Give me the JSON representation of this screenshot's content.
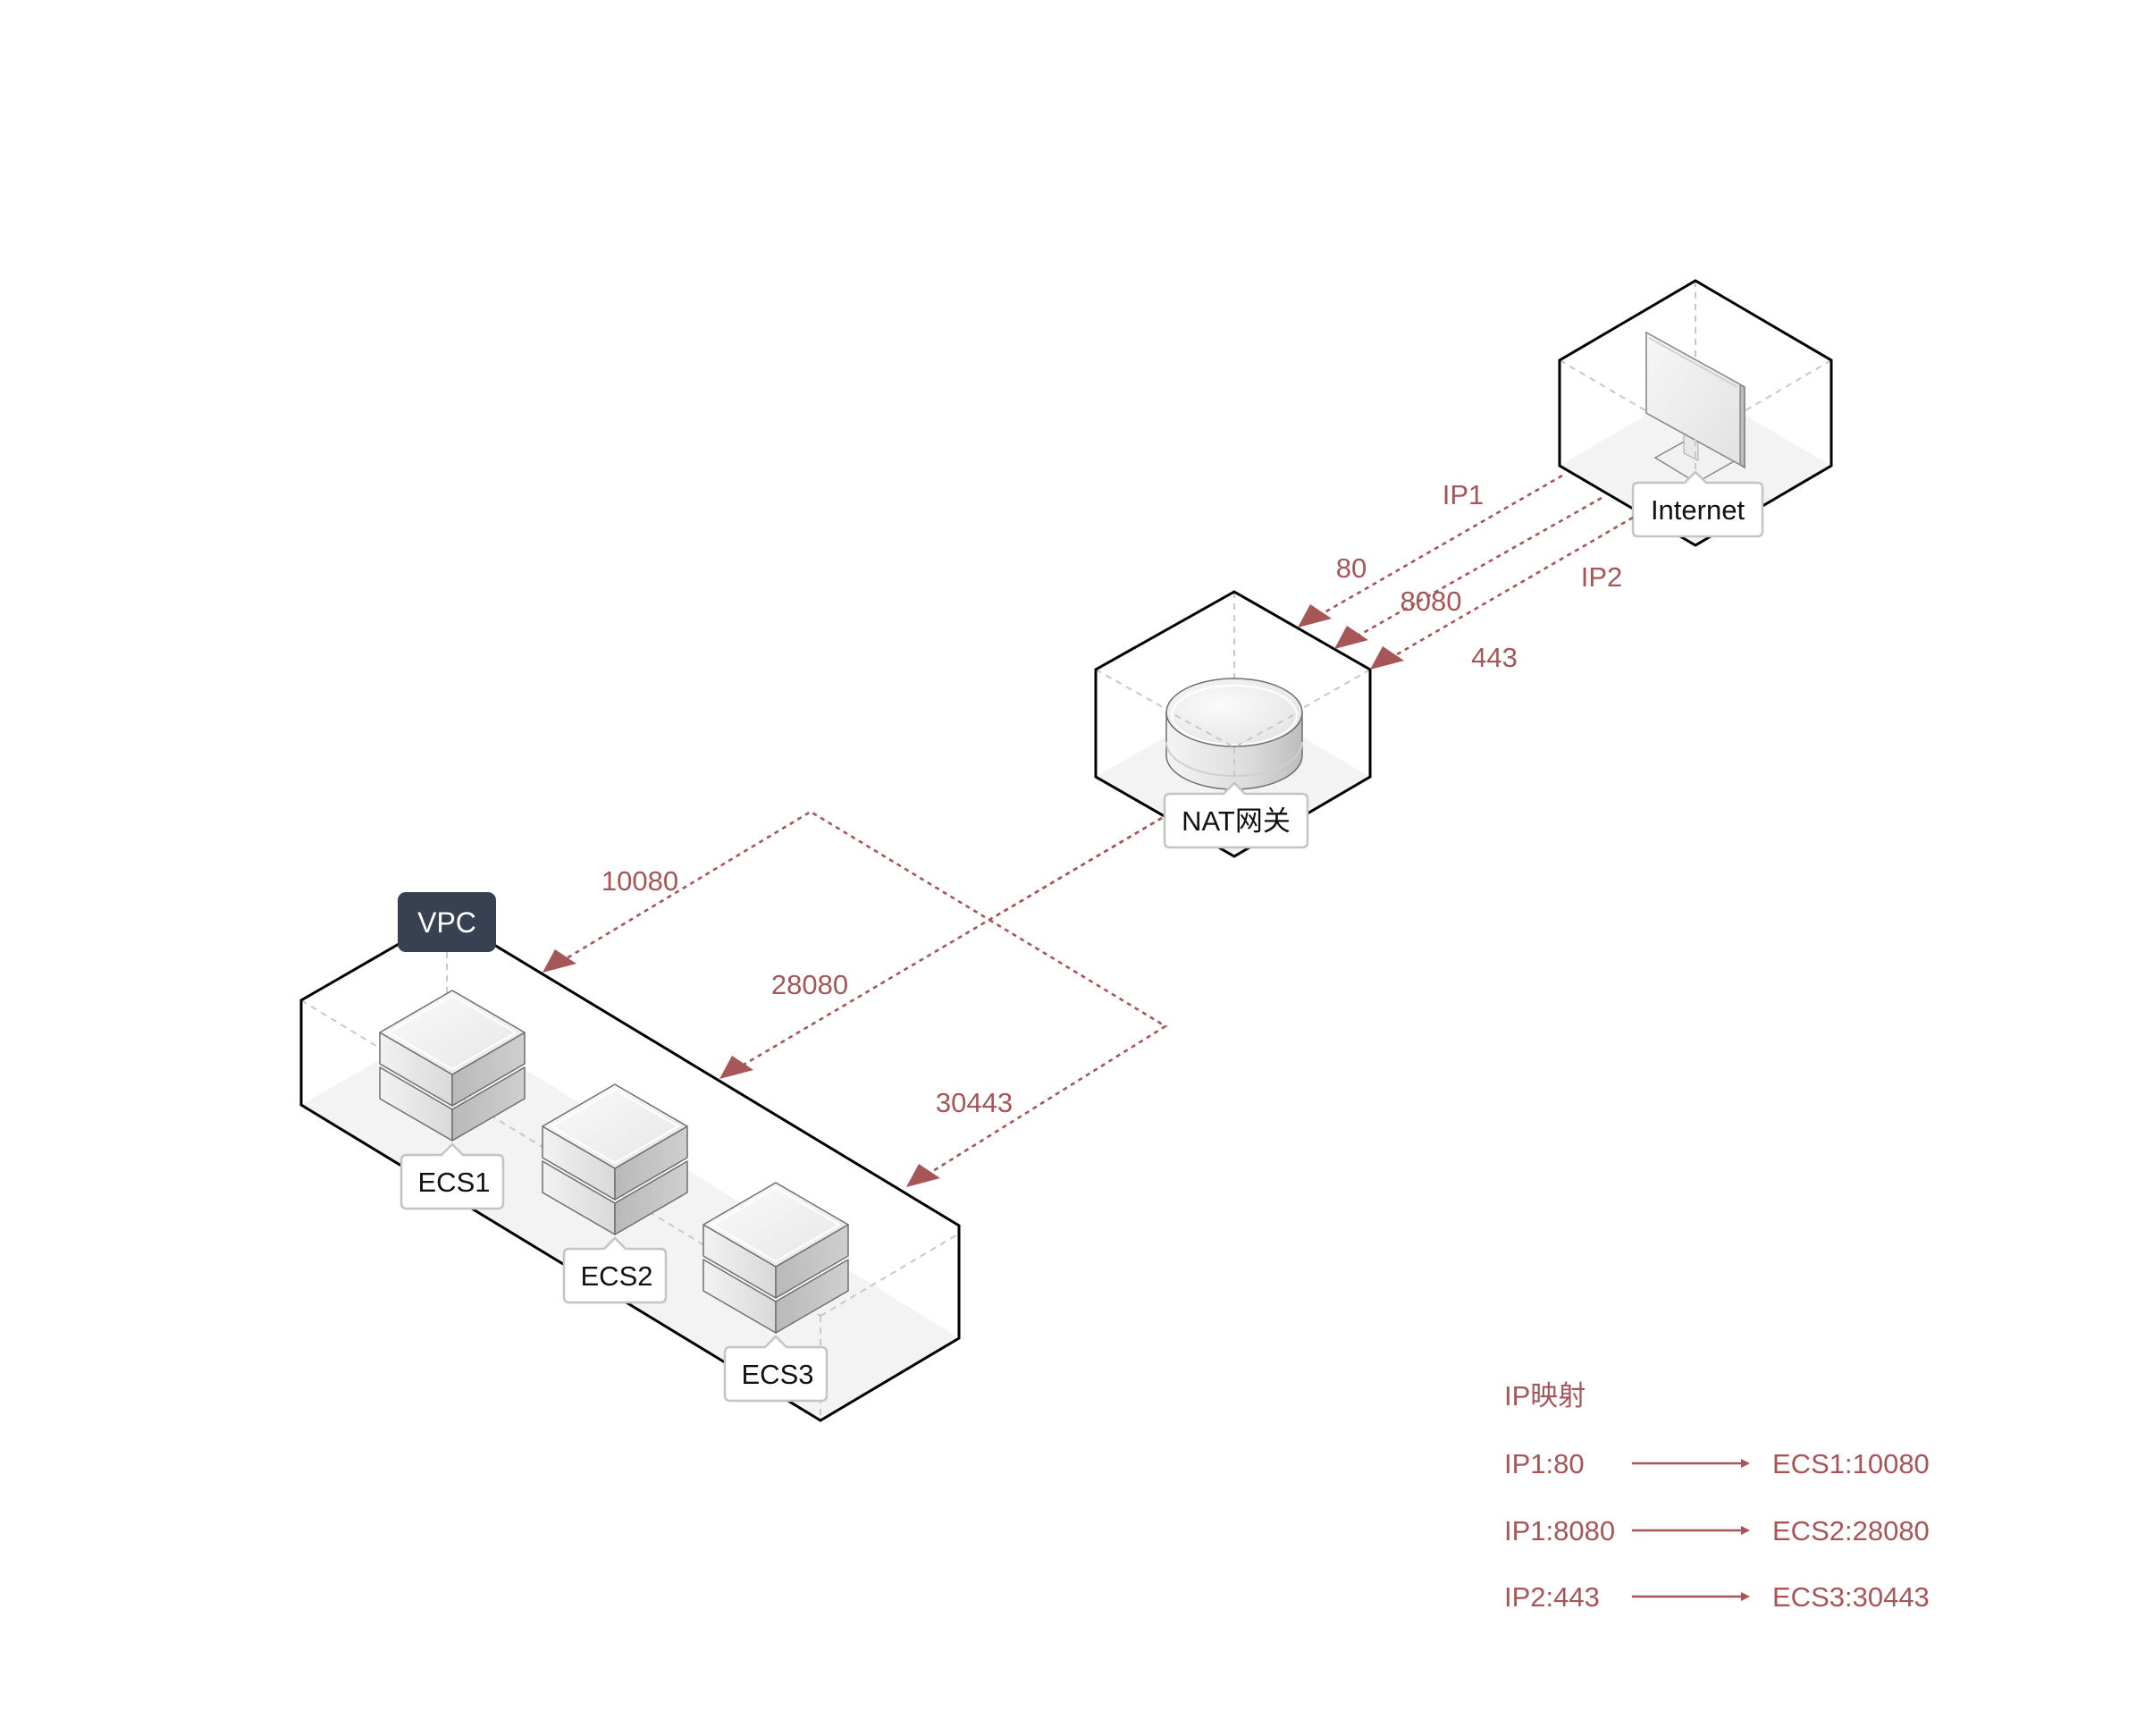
{
  "colors": {
    "accent": "#a65656",
    "vpc_badge": "#374151",
    "edge": "#000000",
    "floor": "#f3f3f3"
  },
  "nodes": {
    "internet": {
      "label": "Internet",
      "icon": "monitor-icon"
    },
    "nat": {
      "label": "NAT网关",
      "icon": "nat-gateway-icon"
    },
    "vpc": {
      "label": "VPC"
    },
    "ecs": [
      {
        "label": "ECS1",
        "icon": "server-icon"
      },
      {
        "label": "ECS2",
        "icon": "server-icon"
      },
      {
        "label": "ECS3",
        "icon": "server-icon"
      }
    ]
  },
  "flows": {
    "public_ips": [
      "IP1",
      "IP2"
    ],
    "public_ports": [
      "80",
      "8080",
      "443"
    ],
    "private_ports": [
      "10080",
      "28080",
      "30443"
    ]
  },
  "mapping": {
    "title": "IP映射",
    "rows": [
      {
        "from": "IP1:80",
        "to": "ECS1:10080"
      },
      {
        "from": "IP1:8080",
        "to": "ECS2:28080"
      },
      {
        "from": "IP2:443",
        "to": "ECS3:30443"
      }
    ]
  }
}
